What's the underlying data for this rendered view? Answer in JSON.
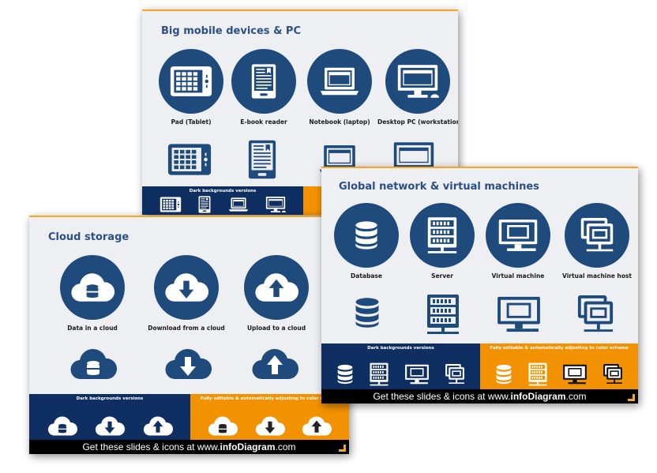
{
  "slide_devices": {
    "title": "Big mobile devices & PC",
    "items": [
      {
        "label": "Pad (Tablet)",
        "icon": "tablet-icon"
      },
      {
        "label": "E-book reader",
        "icon": "ebook-reader-icon"
      },
      {
        "label": "Notebook (laptop)",
        "icon": "laptop-icon"
      },
      {
        "label": "Desktop PC (workstation)",
        "icon": "desktop-pc-icon"
      }
    ],
    "dark_band_label": "Dark backgrounds versions"
  },
  "slide_cloud": {
    "title": "Cloud storage",
    "items": [
      {
        "label": "Data in a cloud",
        "icon": "cloud-database-icon"
      },
      {
        "label": "Download from a cloud",
        "icon": "cloud-download-icon"
      },
      {
        "label": "Upload to a cloud",
        "icon": "cloud-upload-icon"
      }
    ],
    "dark_band_label": "Dark backgrounds versions",
    "orange_band_label": "Fully editable & automatically adjusting to color scheme",
    "footer": {
      "prefix": "Get these slides & icons at www.",
      "brand": "infoDiagram",
      "suffix": ".com"
    }
  },
  "slide_network": {
    "title": "Global network & virtual machines",
    "items": [
      {
        "label": "Database",
        "icon": "database-icon"
      },
      {
        "label": "Server",
        "icon": "server-icon"
      },
      {
        "label": "Virtual machine",
        "icon": "virtual-machine-icon"
      },
      {
        "label": "Virtual machine host",
        "icon": "virtual-machine-host-icon"
      }
    ],
    "dark_band_label": "Dark backgrounds versions",
    "orange_band_label": "Fully editable & automatically adjusting to color scheme",
    "footer": {
      "prefix": "Get these slides & icons at www.",
      "brand": "infoDiagram",
      "suffix": ".com"
    }
  },
  "colors": {
    "navy": "#1f4a7c",
    "dark_band": "#0f2f63",
    "orange": "#f39200",
    "title": "#2c4f86",
    "background": "#eeeff2"
  }
}
